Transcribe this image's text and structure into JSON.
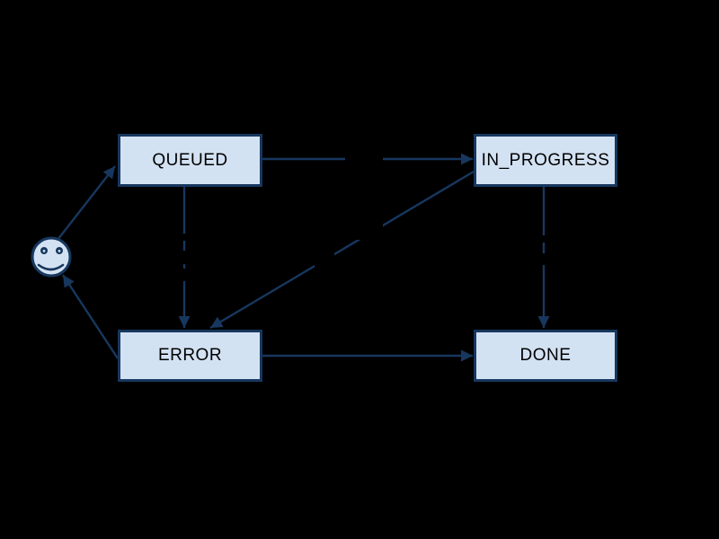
{
  "diagram": {
    "kind": "state-machine",
    "theme": {
      "background": "#000000",
      "node_fill": "#d3e2f2",
      "node_stroke": "#17375e",
      "edge_color": "#17375e",
      "node_text_color": "#000000"
    },
    "nodes": [
      {
        "id": "start",
        "shape": "smiley-face",
        "label": ""
      },
      {
        "id": "queued",
        "shape": "rect",
        "label": "QUEUED"
      },
      {
        "id": "in_progress",
        "shape": "rect",
        "label": "IN_PROGRESS"
      },
      {
        "id": "error",
        "shape": "rect",
        "label": "ERROR"
      },
      {
        "id": "done",
        "shape": "rect",
        "label": "DONE"
      }
    ],
    "edges": [
      {
        "from": "start",
        "to": "queued",
        "label": ""
      },
      {
        "from": "queued",
        "to": "in_progress",
        "label": "",
        "label_illegible": true
      },
      {
        "from": "queued",
        "to": "error",
        "label": "",
        "label_illegible": true
      },
      {
        "from": "in_progress",
        "to": "error",
        "label": "",
        "label_illegible": true
      },
      {
        "from": "in_progress",
        "to": "done",
        "label": "",
        "label_illegible": true
      },
      {
        "from": "error",
        "to": "done",
        "label": ""
      },
      {
        "from": "error",
        "to": "start",
        "label": ""
      }
    ]
  }
}
